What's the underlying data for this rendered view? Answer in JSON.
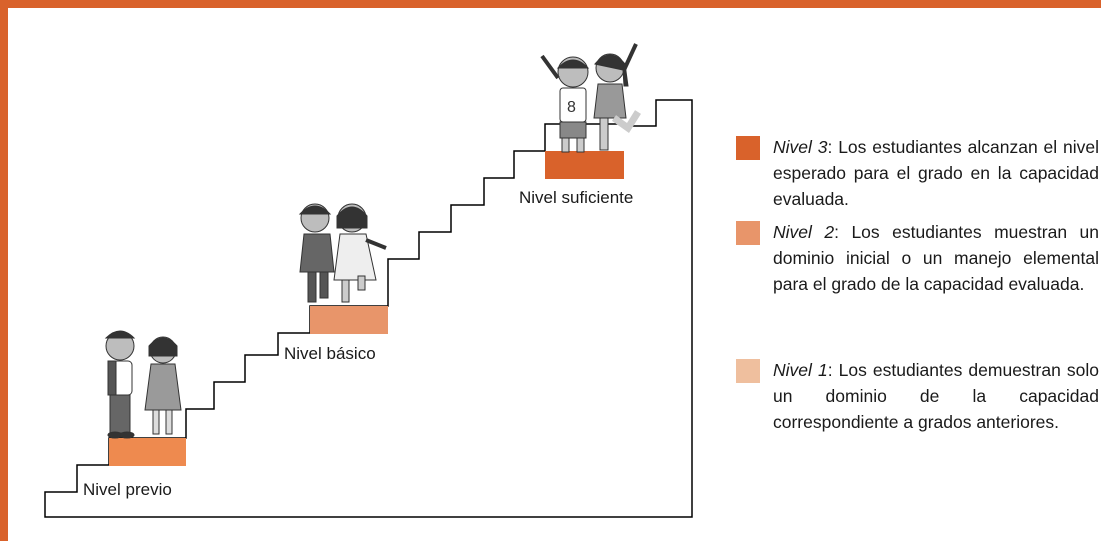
{
  "colors": {
    "frame": "#d9622b",
    "level3": "#d9622b",
    "level2": "#e8956a",
    "level1": "#efbf9e",
    "stairs_outline": "#000000",
    "figures": "#7a7a7a"
  },
  "stairs": {
    "labels": {
      "previo": "Nivel previo",
      "basico": "Nivel básico",
      "suficiente": "Nivel suficiente"
    }
  },
  "legend": [
    {
      "level_name": "Nivel 3",
      "text": ": Los estudiantes alcanzan el nivel esperado para el grado en la capacidad evaluada."
    },
    {
      "level_name": "Nivel 2",
      "text": ": Los estudiantes muestran un dominio inicial o un manejo elemental para el grado de la capacidad evaluada."
    },
    {
      "level_name": "Nivel 1",
      "text": ": Los estudiantes demuestran solo un dominio de la capacidad correspondiente a grados anteriores."
    }
  ],
  "icons": {
    "children_previo": "children-standing-icon",
    "children_basico": "children-climbing-icon",
    "children_suficiente": "children-celebrating-icon"
  }
}
